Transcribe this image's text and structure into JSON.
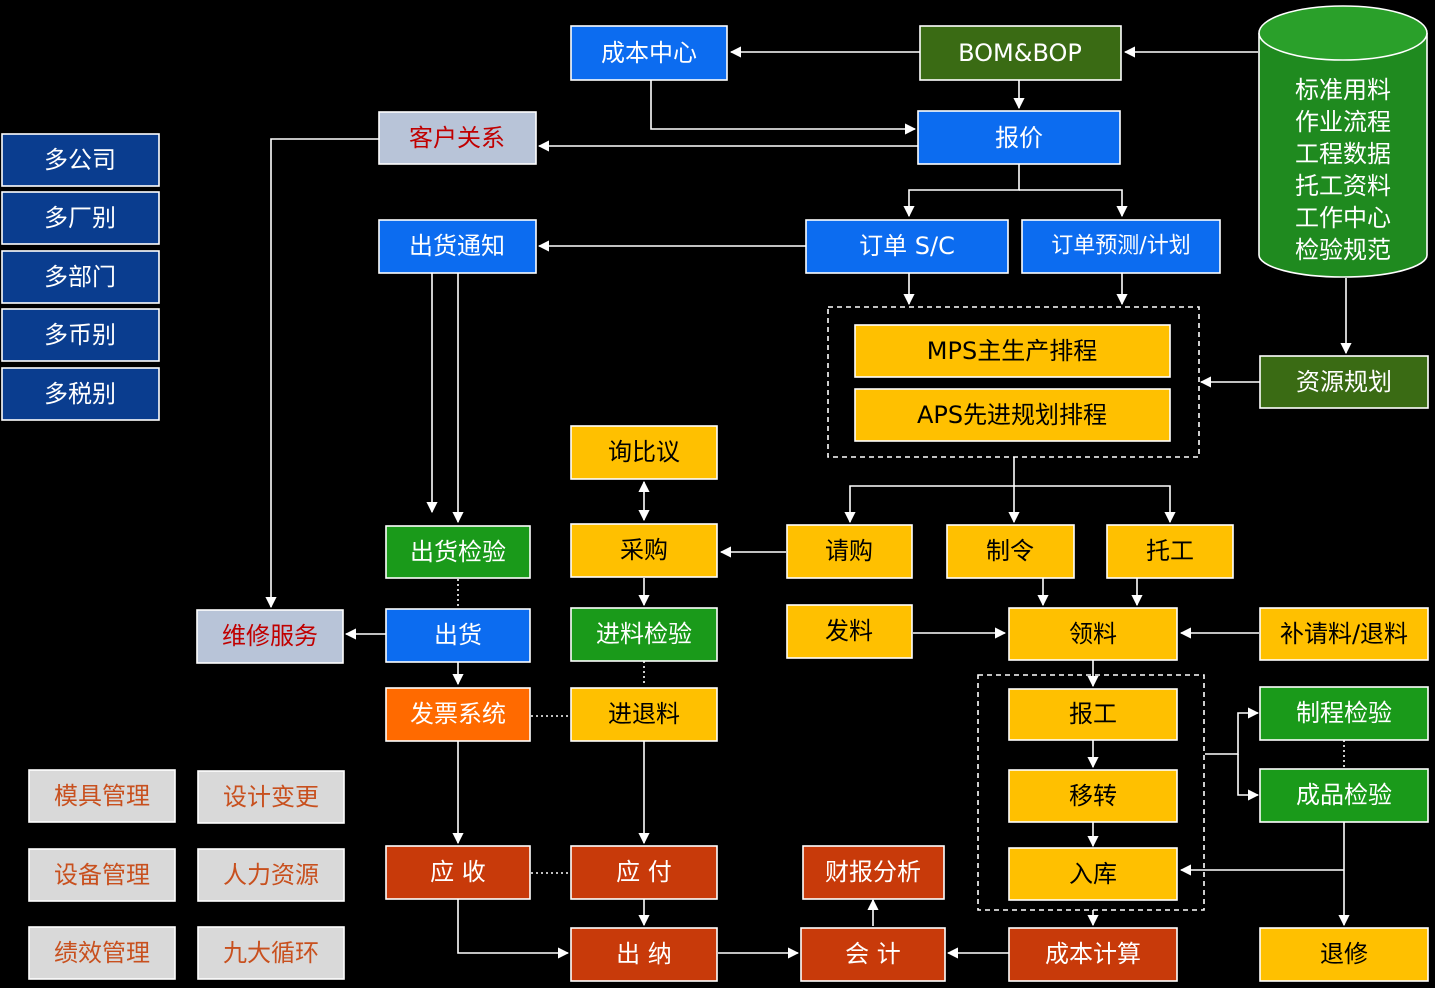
{
  "colors": {
    "blue": "#0c6cf0",
    "navy": "#0a3d8f",
    "dark_green": "#3a6b14",
    "green": "#1a9a1a",
    "yellow": "#ffc000",
    "orange": "#ff6a00",
    "red": "#c83a0a",
    "gray": "#b8c4d8",
    "light_gray": "#d9d9d9",
    "cylinder": "#1f8a1f"
  },
  "database": {
    "lines": [
      "标准用料",
      "作业流程",
      "工程数据",
      "托工资料",
      "工作中心",
      "检验规范"
    ]
  },
  "nodes": {
    "cost_center": "成本中心",
    "bom_bop": "BOM&BOP",
    "customer_relation": "客户关系",
    "quote": "报价",
    "ship_notice": "出货通知",
    "order_sc": "订单 S/C",
    "order_forecast": "订单预测/计划",
    "mps": "MPS主生产排程",
    "aps": "APS先进规划排程",
    "resource_plan": "资源规划",
    "inquiry": "询比议",
    "ship_inspect": "出货检验",
    "purchase": "采购",
    "requisition": "请购",
    "work_order": "制令",
    "outsource": "托工",
    "repair_service": "维修服务",
    "ship": "出货",
    "incoming_inspect": "进料检验",
    "issue_material": "发料",
    "pick_material": "领料",
    "supplement_return": "补请料/退料",
    "invoice_system": "发票系统",
    "return_material": "进退料",
    "report_work": "报工",
    "process_inspect": "制程检验",
    "transfer": "移转",
    "finished_inspect": "成品检验",
    "receivable": "应 收",
    "payable": "应 付",
    "financial_analysis": "财报分析",
    "warehouse_in": "入库",
    "cashier": "出 纳",
    "accounting": "会 计",
    "cost_calc": "成本计算",
    "rework": "退修"
  },
  "left_list": [
    "多公司",
    "多厂别",
    "多部门",
    "多币别",
    "多税别"
  ],
  "bottom_modules": [
    "模具管理",
    "设计变更",
    "设备管理",
    "人力资源",
    "绩效管理",
    "九大循环"
  ]
}
